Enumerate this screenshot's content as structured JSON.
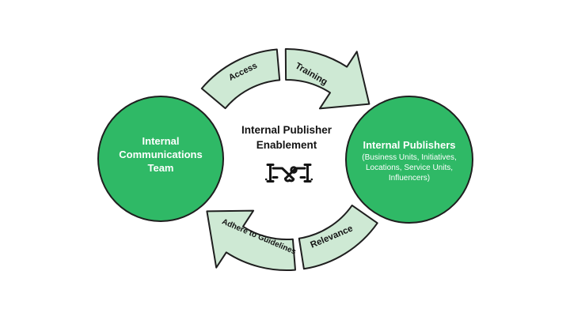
{
  "diagram": {
    "background": "#ffffff",
    "title": "Internal Publisher\nEnablement",
    "center_icon": "handshake-icon",
    "nodes": {
      "left": {
        "label": "Internal\nCommunications\nTeam",
        "fill": "#2fb966",
        "text_color": "#ffffff"
      },
      "right": {
        "title": "Internal Publishers",
        "subtitle": "(Business Units, Initiatives,\nLocations, Service Units,\nInfluencers)",
        "fill": "#2fb966",
        "text_color": "#ffffff"
      }
    },
    "arrows": {
      "fill": "#cee9d4",
      "outline": "#1f1f1f",
      "flow": "clockwise",
      "top_left": {
        "label": "Access"
      },
      "top_right": {
        "label": "Training"
      },
      "bottom_right": {
        "label": "Relevance"
      },
      "bottom_left": {
        "label": "Adhere to Guidelines"
      }
    }
  }
}
